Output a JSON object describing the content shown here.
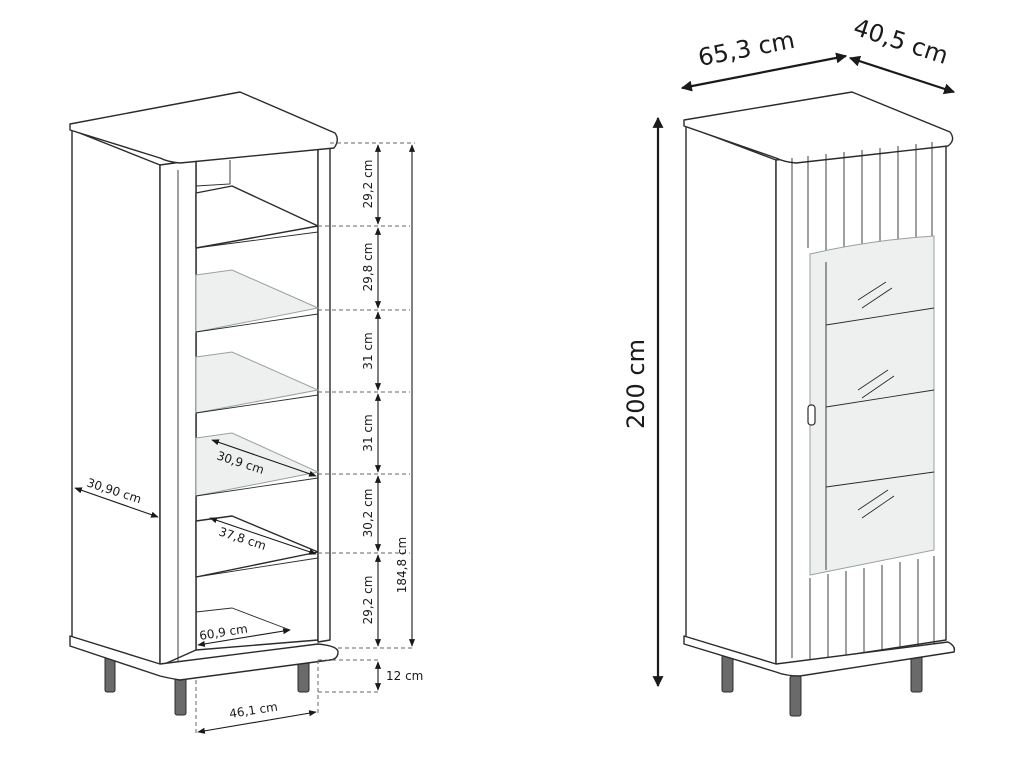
{
  "left_figure": {
    "shelf_heights": [
      "29,2 cm",
      "29,8 cm",
      "31 cm",
      "31 cm",
      "30,2 cm",
      "29,2 cm"
    ],
    "inner_height": "184,8 cm",
    "leg_height": "12 cm",
    "side_depth": "30,90 cm",
    "shelf_glass_depth": "30,9 cm",
    "shelf_depth_lower": "37,8 cm",
    "bottom_width": "60,9 cm",
    "base_depth": "46,1 cm"
  },
  "right_figure": {
    "width": "65,3 cm",
    "depth": "40,5 cm",
    "height": "200 cm"
  },
  "colors": {
    "outline": "#2b2b2b",
    "glass": "#eef0f0",
    "legs": "#6a6a6a"
  }
}
